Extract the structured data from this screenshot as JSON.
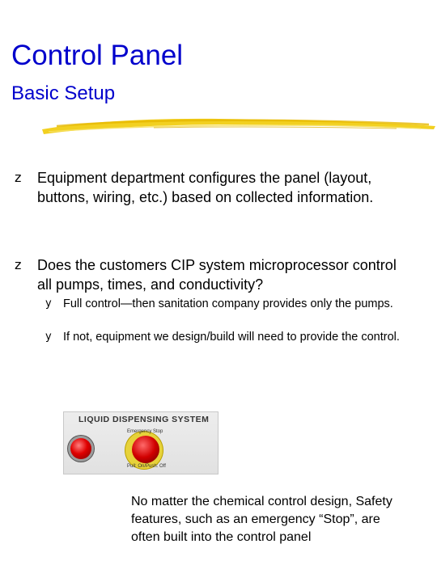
{
  "header": {
    "title": "Control Panel",
    "subtitle": "Basic Setup",
    "title_color": "#0000cc",
    "accent_stroke_color": "#f2d020"
  },
  "content": {
    "bullets": [
      {
        "marker": "z",
        "text": "Equipment department configures the panel (layout, buttons, wiring, etc.) based on collected information."
      },
      {
        "marker": "z",
        "text": "Does the customers CIP system microprocessor control all pumps, times, and conductivity?",
        "sub_bullets": [
          {
            "marker": "y",
            "text": "Full control—then sanitation company provides only the pumps."
          },
          {
            "marker": "y",
            "text": "If not, equipment we design/build will need to provide the control."
          }
        ]
      }
    ]
  },
  "photo": {
    "header_text": "LIQUID DISPENSING SYSTEM",
    "estop_label": "Emergency Stop",
    "pull_label": "Pull: On/Push: Off",
    "pilot_light_color": "#e00000",
    "estop_button_color": "#d10000",
    "estop_ring_color": "#e7d23a"
  },
  "caption": {
    "text": "No matter the chemical control design, Safety features, such as an emergency “Stop”, are often built into the control panel"
  }
}
